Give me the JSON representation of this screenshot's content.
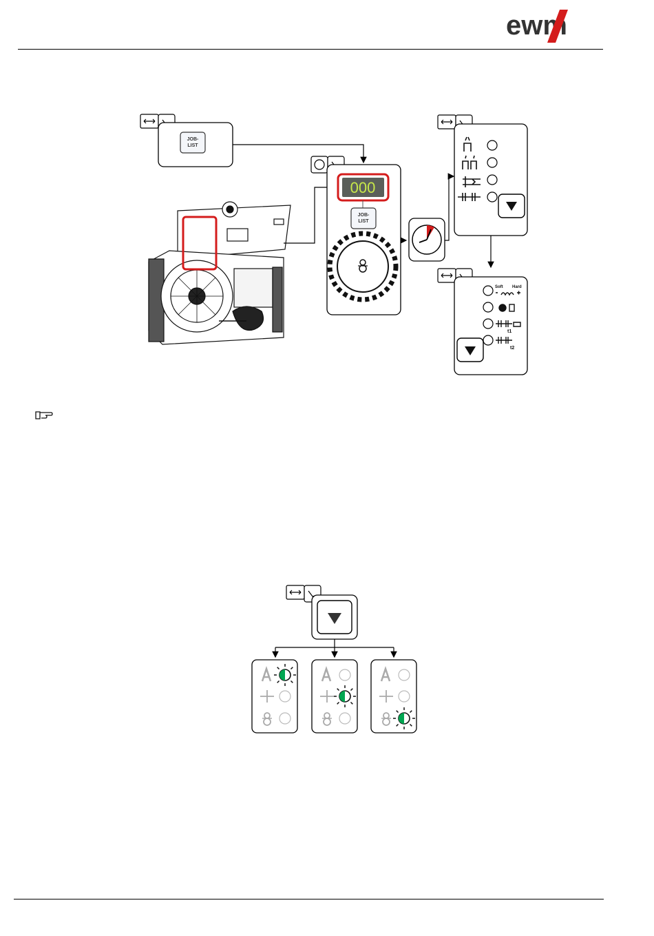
{
  "header": {
    "logo_text": "ewm"
  },
  "fig1": {
    "job_list_button": {
      "line1": "JOB-",
      "line2": "LIST"
    },
    "display_value": "000",
    "wave_panel": {
      "soft_label": "Soft",
      "hard_label": "Hard",
      "t1_label": "t1",
      "t2_label": "t2"
    }
  },
  "fig2": {
    "panels": [
      {
        "active_row": 0
      },
      {
        "active_row": 1
      },
      {
        "active_row": 2
      }
    ]
  },
  "colors": {
    "highlight_red": "#d41c1c",
    "led_green": "#00a651",
    "display_bg": "#5a5f5a",
    "display_digits": "#c8e84a"
  }
}
